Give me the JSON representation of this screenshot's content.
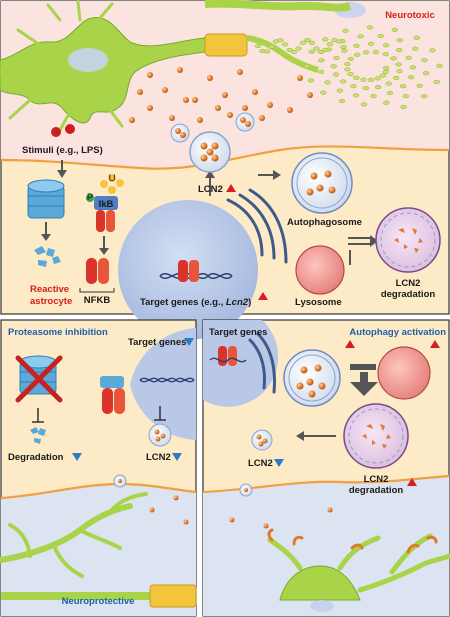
{
  "labels": {
    "neurotoxic": "Neurotoxic",
    "neuroprotective": "Neuroprotective",
    "stimuli": "Stimuli (e.g., LPS)",
    "reactive_line1": "Reactive",
    "reactive_line2": "astrocyte",
    "ikb": "IkB",
    "p": "P",
    "u": "U",
    "nfkb": "NFKB",
    "target_genes_prefix": "Target genes (e.g., ",
    "target_genes_italic": "Lcn2",
    "target_genes_suffix": ")",
    "lcn2_top": "LCN2",
    "autophagosome": "Autophagosome",
    "lysosome": "Lysosome",
    "lcn2_degradation_line1": "LCN2",
    "lcn2_degradation_line2": "degradation",
    "proteasome_inhibition": "Proteasome inhibition",
    "degradation": "Degradation",
    "target_genes_left": "Target genes",
    "lcn2_left": "LCN2",
    "target_genes_right": "Target genes",
    "autophagy_activation": "Autophagy activation",
    "lcn2_right": "LCN2",
    "lcn2_degradation_right_line1": "LCN2",
    "lcn2_degradation_right_line2": "degradation"
  },
  "colors": {
    "neuron_bg": "#fbe3df",
    "astro_bg": "#fdeac6",
    "neuro_bottom_bg": "#dbe4f0",
    "neuron_green": "#a9d44a",
    "axon_yellow": "#f2c53c",
    "membrane_orange": "#f0a040",
    "lcn2_dot": "#e07a2a",
    "nucleus_blue": "#b8c8e6",
    "proteasome_blue": "#5aa9d8",
    "nfkb_red": "#d9342b",
    "up_red": "#d42020",
    "down_blue": "#2a7bc8"
  }
}
